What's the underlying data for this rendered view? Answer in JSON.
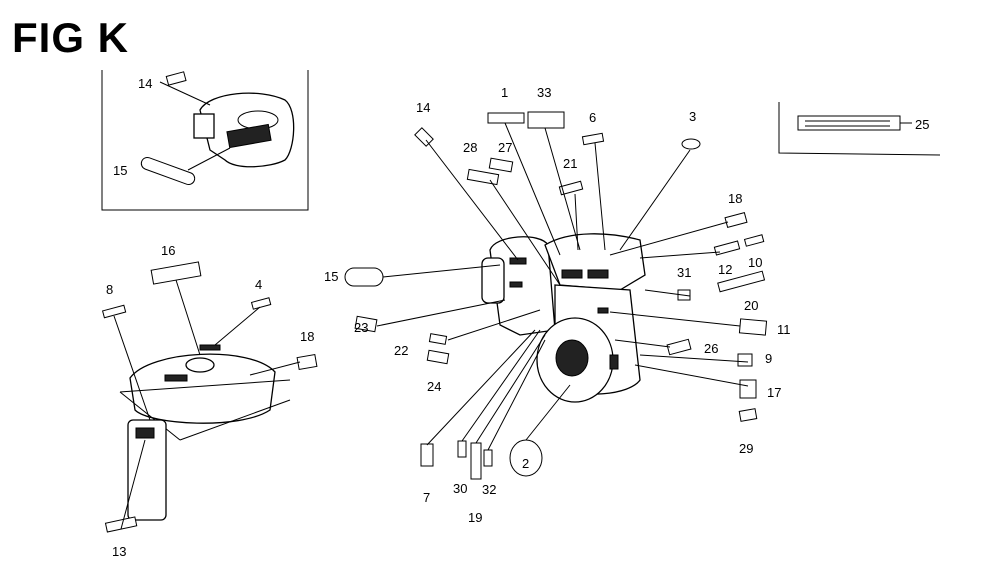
{
  "figure_title": "FIG K",
  "callouts": {
    "inset_14": "14",
    "inset_15": "15",
    "tank_8": "8",
    "tank_16": "16",
    "tank_4": "4",
    "tank_18": "18",
    "tank_13": "13",
    "c14": "14",
    "c1": "1",
    "c33": "33",
    "c6": "6",
    "c3": "3",
    "c25": "25",
    "c28": "28",
    "c27": "27",
    "c21": "21",
    "c18": "18",
    "c12": "12",
    "c10": "10",
    "c20": "20",
    "c15": "15",
    "c31": "31",
    "c11": "11",
    "c23": "23",
    "c22": "22",
    "c26": "26",
    "c24": "24",
    "c9": "9",
    "c17": "17",
    "c29": "29",
    "c7": "7",
    "c30": "30",
    "c32": "32",
    "c19": "19",
    "c2": "2"
  }
}
